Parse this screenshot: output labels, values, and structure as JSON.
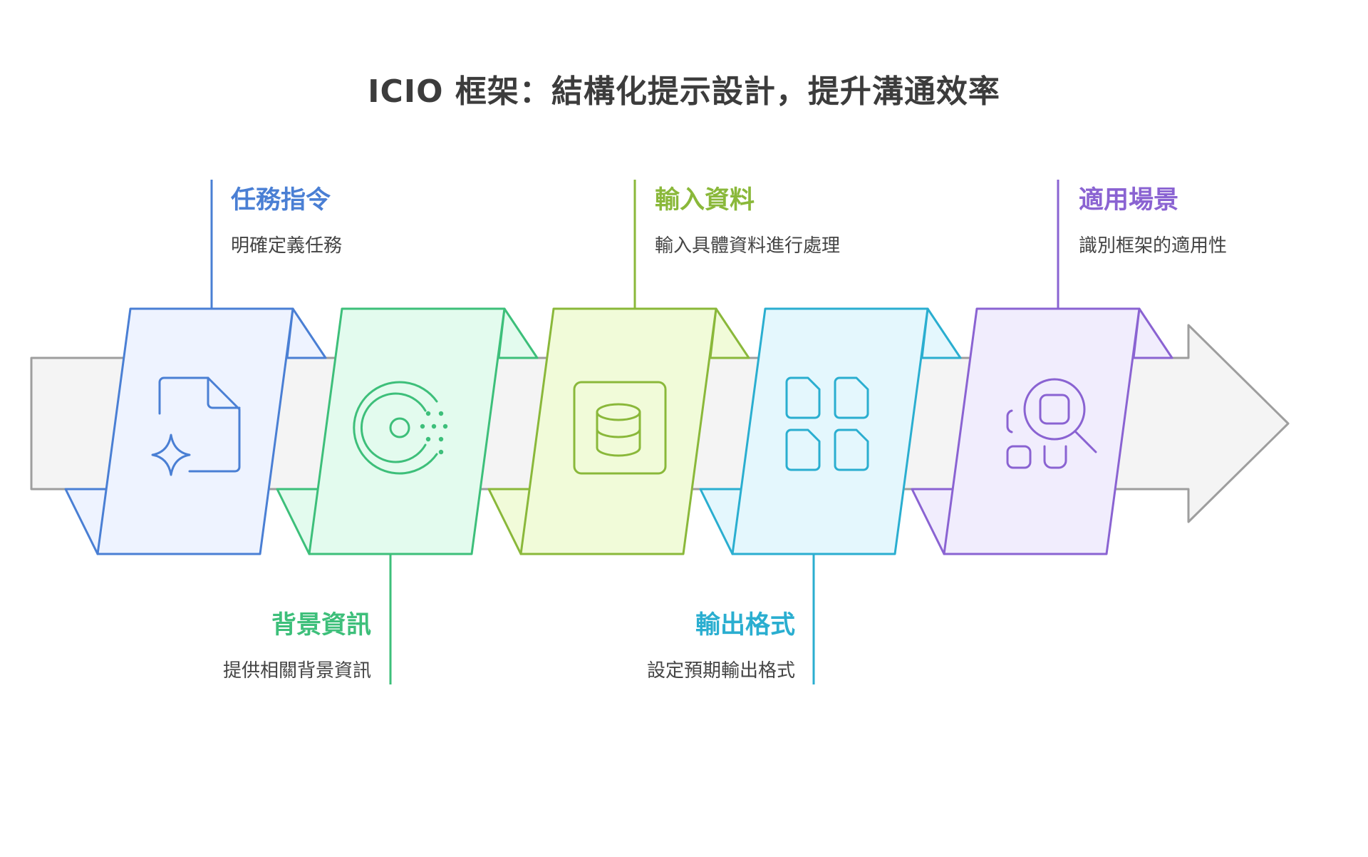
{
  "title": "ICIO 框架：結構化提示設計，提升溝通效率",
  "steps": [
    {
      "title": "任務指令",
      "desc": "明確定義任務",
      "color": "#4a7fd4",
      "fill": "#eef3ff",
      "icon": "document-sparkle-icon"
    },
    {
      "title": "背景資訊",
      "desc": "提供相關背景資訊",
      "color": "#3dbf7a",
      "fill": "#e3fbee",
      "icon": "context-c-icon"
    },
    {
      "title": "輸入資料",
      "desc": "輸入具體資料進行處理",
      "color": "#8ab83a",
      "fill": "#f1fbd9",
      "icon": "database-icon"
    },
    {
      "title": "輸出格式",
      "desc": "設定預期輸出格式",
      "color": "#2aaed0",
      "fill": "#e4f7fd",
      "icon": "grid-documents-icon"
    },
    {
      "title": "適用場景",
      "desc": "識別框架的適用性",
      "color": "#8a63d2",
      "fill": "#f1edfd",
      "icon": "search-shapes-icon"
    }
  ],
  "arrow": {
    "fill": "#f4f4f4",
    "stroke": "#9e9e9e"
  }
}
